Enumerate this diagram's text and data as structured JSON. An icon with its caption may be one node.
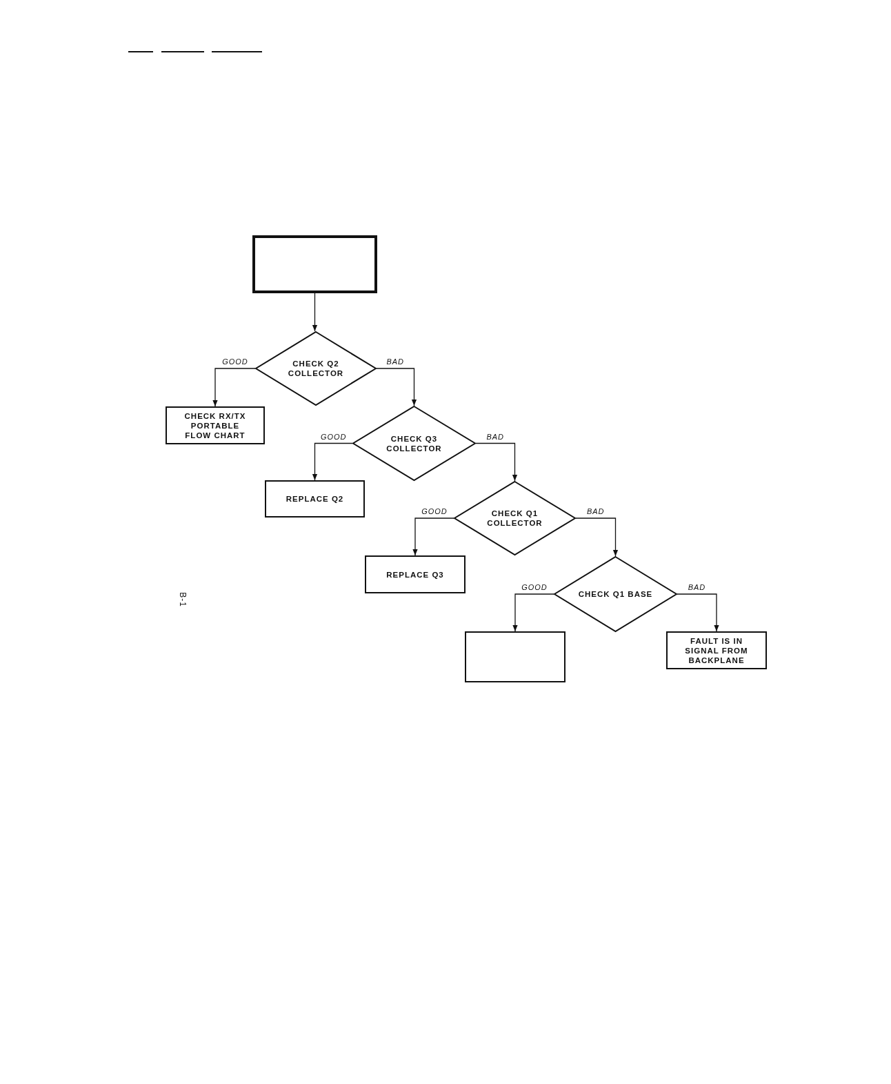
{
  "diagram": {
    "nodes": [
      {
        "text": [],
        "shape": "box"
      },
      {
        "text": [
          "CHECK Q2 COLLECTOR"
        ]
      },
      {
        "text": [
          "CHECK RX/TX PORTABLE FLOW CHART"
        ]
      },
      {
        "text": [
          "CHECK Q3 COLLECTOR"
        ]
      },
      {
        "text": [
          "REPLACE Q2"
        ]
      },
      {
        "text": [
          "CHECK Q1 COLLECTOR"
        ]
      },
      {
        "text": [
          "REPLACE Q3"
        ]
      },
      {
        "text": [
          "CHECK Q1 BASE"
        ]
      },
      {
        "text": [],
        "shape": "box"
      },
      {
        "text": [
          "FAULT IS IN SIGNAL FROM BACKPLANE"
        ]
      }
    ],
    "edges": [
      {
        "from": 0,
        "to": 1,
        "arrow": "to"
      },
      {
        "from": 1,
        "to": 2,
        "arrow": "to",
        "label": "GOOD"
      },
      {
        "from": 1,
        "to": 3,
        "arrow": "to",
        "label": "BAD"
      },
      {
        "from": 3,
        "to": 4,
        "arrow": "to",
        "label": "GOOD"
      },
      {
        "from": 3,
        "to": 5,
        "arrow": "to",
        "label": "BAD"
      },
      {
        "from": 5,
        "to": 6,
        "arrow": "to",
        "label": "GOOD"
      },
      {
        "from": 5,
        "to": 7,
        "arrow": "to",
        "label": "BAD"
      },
      {
        "from": 7,
        "to": 8,
        "arrow": "to",
        "label": "GOOD"
      },
      {
        "from": 7,
        "to": 9,
        "arrow": "to",
        "label": "BAD"
      }
    ],
    "labels": [
      "B-1"
    ]
  }
}
